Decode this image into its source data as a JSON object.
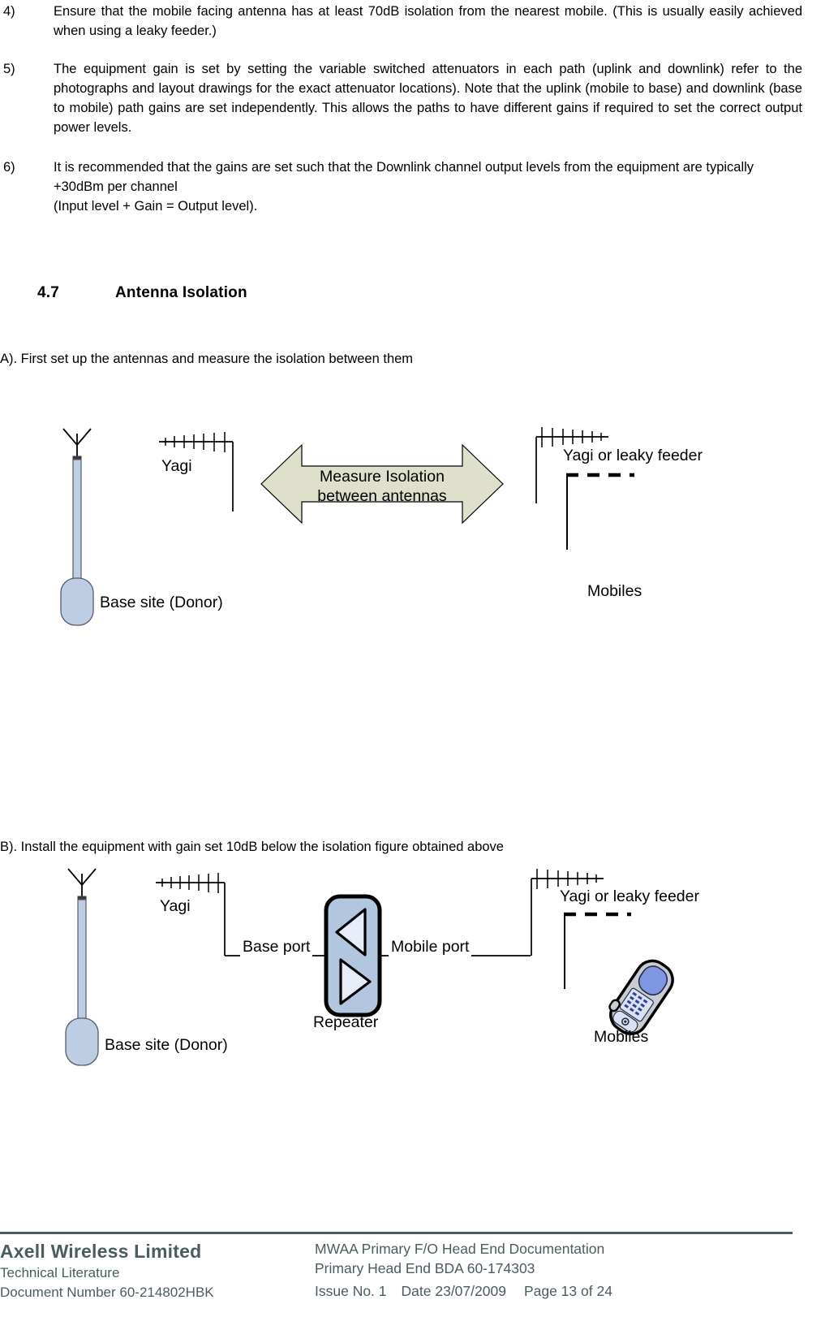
{
  "paragraphs": [
    {
      "marker": "4)",
      "text": "Ensure that the mobile facing antenna has at least 70dB isolation from the nearest mobile. (This is usually easily achieved when using a leaky feeder.)"
    },
    {
      "marker": "5)",
      "text": "The equipment gain is set by setting the variable switched attenuators in each path (uplink and downlink) refer to the photographs and layout drawings for the exact attenuator locations). Note that the uplink (mobile to base) and downlink (base to mobile) path gains are set independently. This allows the paths to have different gains if required to set the correct output power levels."
    },
    {
      "marker": "6)",
      "text": "It is recommended that the gains are set such that the Downlink channel output levels from the equipment are typically +30dBm per channel",
      "text2": "(Input level + Gain = Output level)."
    }
  ],
  "section": {
    "number": "4.7",
    "title": "Antenna Isolation"
  },
  "figures": {
    "a": {
      "lead": "A). First set up the antennas and measure the isolation between them",
      "labels": {
        "yagi": "Yagi",
        "base_site": "Base site (Donor)",
        "arrow_line1": "Measure Isolation",
        "arrow_line2": "between antennas",
        "yagi_or_leaky": "Yagi or leaky feeder",
        "mobiles": "Mobiles"
      }
    },
    "b": {
      "lead": "B). Install the equipment with gain set 10dB below the isolation figure obtained above",
      "labels": {
        "yagi": "Yagi",
        "base_site": "Base site (Donor)",
        "base_port": "Base port",
        "mobile_port": "Mobile port",
        "repeater": "Repeater",
        "yagi_or_leaky": "Yagi or leaky feeder",
        "mobiles": "Mobiles"
      }
    }
  },
  "colors": {
    "arrow_fill": "#dfe0cb",
    "arrow_stroke": "#000000",
    "mast_fill": "#bdcde4",
    "repeater_fill": "#b3c6e0",
    "footer_text": "#4a5c60",
    "phone_body": "#c8cdd3",
    "phone_screen": "#7f96e0"
  },
  "footer": {
    "brand": "Axell Wireless Limited",
    "subtitle": "Technical Literature",
    "doc_number": "Document Number 60-214802HBK",
    "title_line1": "MWAA Primary F/O Head End Documentation",
    "title_line2": "Primary Head End BDA 60-174303",
    "issue": "Issue No. 1",
    "date": "Date 23/07/2009",
    "page": "Page 13 of 24"
  }
}
